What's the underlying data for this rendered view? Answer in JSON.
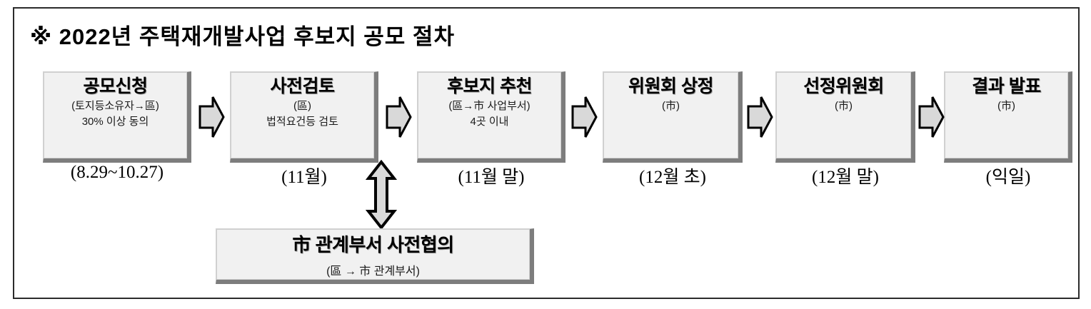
{
  "page": {
    "title": "※ 2022년 주택재개발사업 후보지 공모 절차",
    "title_marker": "※",
    "frame_border_color": "#2b2b2b",
    "box_fill_color": "#f1f1f1",
    "box_shadow_color": "#7d7d7d",
    "arrow_fill_color": "#d9d9d9",
    "arrow_stroke_color": "#000000"
  },
  "steps": [
    {
      "id": "step-1",
      "name": "gongmo-sincheong",
      "title": "공모신청",
      "sub1": "(토지등소유자→區)",
      "sub2": "30% 이상 동의",
      "date": "(8.29~10.27)"
    },
    {
      "id": "step-2",
      "name": "sajeon-geomto",
      "title": "사전검토",
      "sub1": "(區)",
      "sub2": "법적요건등 검토",
      "date": "(11월)"
    },
    {
      "id": "step-3",
      "name": "huboji-chucheon",
      "title": "후보지 추천",
      "sub1": "(區→市 사업부서)",
      "sub2": "4곳 이내",
      "date": "(11월 말)"
    },
    {
      "id": "step-4",
      "name": "wiwonhoe-sangjeong",
      "title": "위원회 상정",
      "sub1": "(市)",
      "sub2": "",
      "date": "(12월 초)"
    },
    {
      "id": "step-5",
      "name": "seonjeong-wiwonhoe",
      "title": "선정위원회",
      "sub1": "(市)",
      "sub2": "",
      "date": "(12월 말)"
    },
    {
      "id": "step-6",
      "name": "gyeolgwa-balpyo",
      "title": "결과 발표",
      "sub1": "(市)",
      "sub2": "",
      "date": "(익일)"
    }
  ],
  "side_process": {
    "title": "市 관계부서 사전협의",
    "sub": "(區 → 市 관계부서)"
  },
  "connectors": {
    "right_arrow_icon": "right-block-arrow-icon",
    "double_arrow_icon": "vertical-double-arrow-icon",
    "count_right_arrows": 5
  }
}
